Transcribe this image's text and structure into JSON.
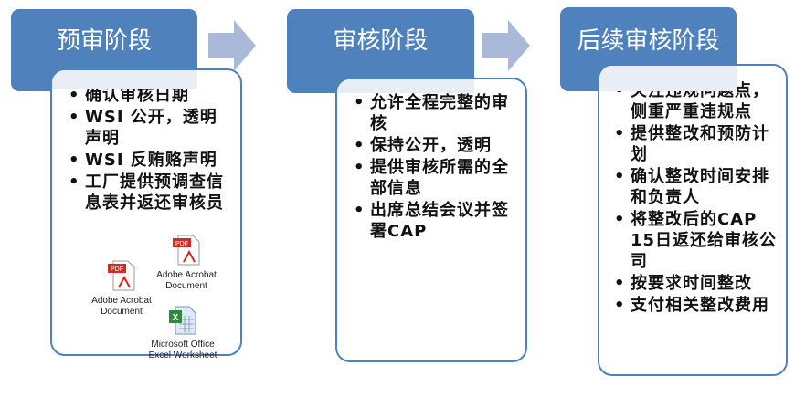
{
  "colors": {
    "accent": "#4f81bd",
    "arrow": "#aab9d9",
    "card_border": "#4f81bd"
  },
  "stages": [
    {
      "title": "预审阶段",
      "items": [
        "确认审核日期",
        "WSI 公开，透明声明",
        "WSI 反贿赂声明",
        "工厂提供预调查信息表并返还审核员"
      ],
      "attachments": [
        {
          "icon": "pdf-icon",
          "label": "Adobe Acrobat\nDocument"
        },
        {
          "icon": "pdf-icon",
          "label": "Adobe Acrobat\nDocument"
        },
        {
          "icon": "excel-icon",
          "label": "Microsoft Office\nExcel Worksheet"
        }
      ]
    },
    {
      "title": "审核阶段",
      "items": [
        "允许全程完整的审核",
        "保持公开，透明",
        "提供审核所需的全部信息",
        "出席总结会议并签署CAP"
      ]
    },
    {
      "title": "后续审核阶段",
      "items": [
        "关注违规问题点，侧重严重违规点",
        "提供整改和预防计划",
        "确认整改时间安排和负责人",
        "将整改后的CAP 15日返还给审核公司",
        "按要求时间整改",
        "支付相关整改费用"
      ]
    }
  ]
}
